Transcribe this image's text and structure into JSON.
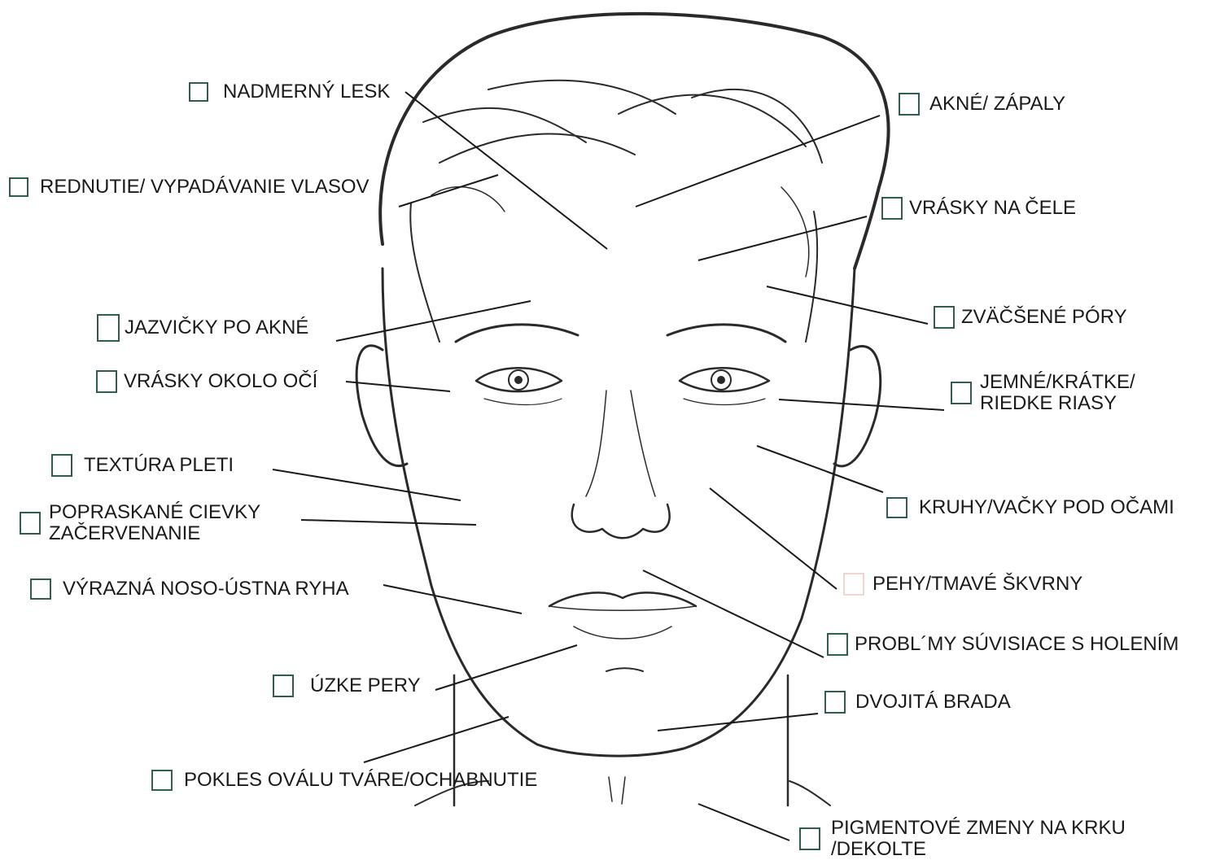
{
  "options": [
    {
      "id": "nadmerny-lesk",
      "label": "NADMERNÝ LESK"
    },
    {
      "id": "rednutie",
      "label": "REDNUTIE/ VYPADÁVANIE VLASOV"
    },
    {
      "id": "jazvicky",
      "label": "JAZVIČKY PO AKNÉ"
    },
    {
      "id": "vrasky-oci",
      "label": "VRÁSKY OKOLO OČÍ"
    },
    {
      "id": "textura",
      "label": "TEXTÚRA PLETI"
    },
    {
      "id": "cievky",
      "label": "POPRASKANÉ CIEVKY",
      "label2": "ZAČERVENANIE"
    },
    {
      "id": "ryha",
      "label": "VÝRAZNÁ NOSO-ÚSTNA RYHA"
    },
    {
      "id": "pery",
      "label": "ÚZKE PERY"
    },
    {
      "id": "pokles",
      "label": "POKLES OVÁLU TVÁRE/OCHABNUTIE"
    },
    {
      "id": "akne",
      "label": "AKNÉ/ ZÁPALY"
    },
    {
      "id": "vrasky-cele",
      "label": "VRÁSKY NA ČELE"
    },
    {
      "id": "pory",
      "label": "ZVÄČŠENÉ PÓRY"
    },
    {
      "id": "riasy",
      "label": "JEMNÉ/KRÁTKE/",
      "label2": "RIEDKE RIASY"
    },
    {
      "id": "kruhy",
      "label": "KRUHY/VAČKY POD OČAMI"
    },
    {
      "id": "pehy",
      "label": "PEHY/TMAVÉ ŠKVRNY"
    },
    {
      "id": "holenie",
      "label": "PROBL´MY SÚVISIACE S HOLENÍM"
    },
    {
      "id": "brada",
      "label": "DVOJITÁ BRADA"
    },
    {
      "id": "pigment",
      "label": "PIGMENTOVÉ ZMENY NA KRKU",
      "label2": "/DEKOLTE"
    }
  ],
  "colors": {
    "checkbox_border": "#2f5d50",
    "checkbox_border_pehy": "#f1d6d0",
    "line": "#1a1a1a"
  }
}
